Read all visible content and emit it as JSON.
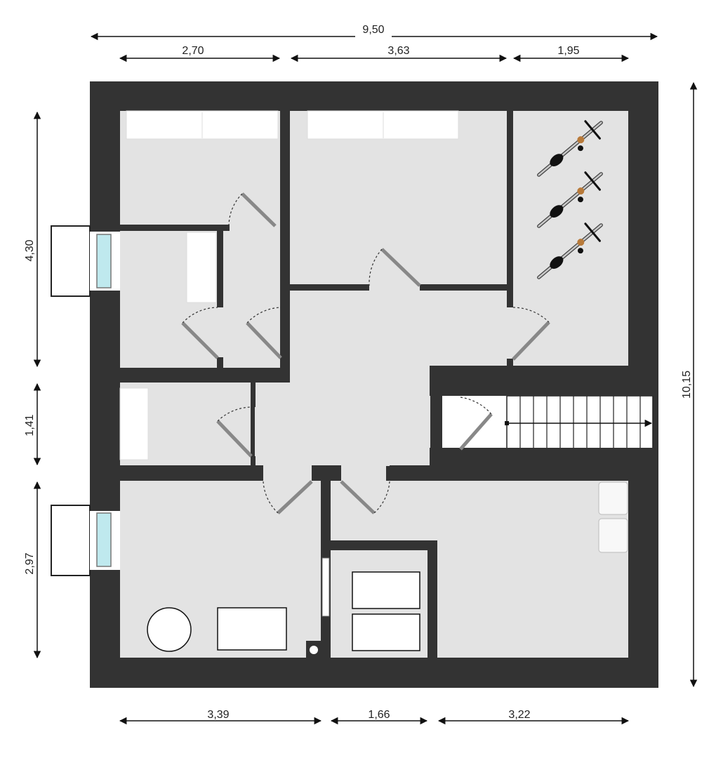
{
  "dimensions": {
    "total_width": "9,50",
    "top_1": "2,70",
    "top_2": "3,63",
    "top_3": "1,95",
    "bottom_1": "3,39",
    "bottom_2": "1,66",
    "bottom_3": "3,22",
    "total_height": "10,15",
    "left_1": "4,30",
    "left_2": "1,41",
    "left_3": "2,97"
  },
  "colors": {
    "wall": "#333333",
    "floor": "#e3e3e3",
    "fixture": "#ffffff",
    "line": "#222222"
  }
}
